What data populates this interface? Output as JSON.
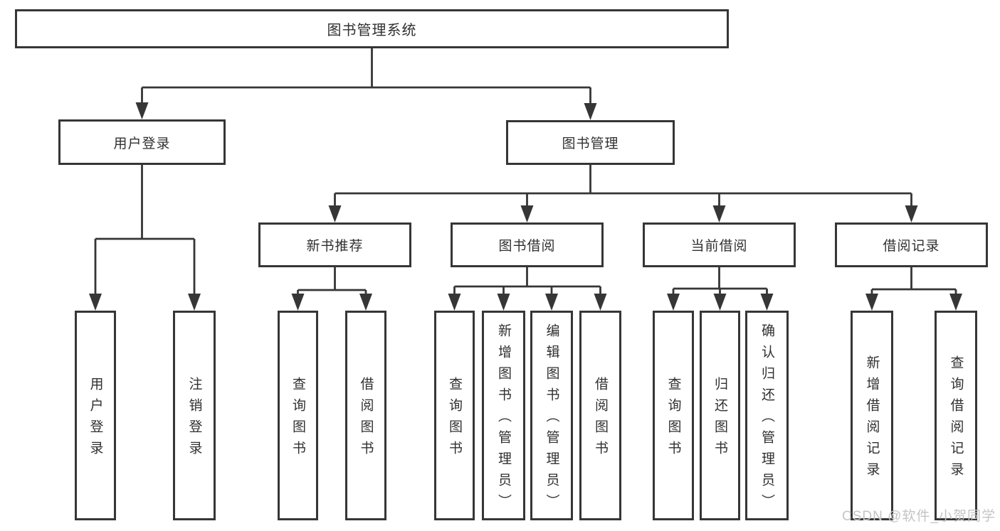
{
  "tree": {
    "root": {
      "label": "图书管理系统"
    },
    "branches": [
      {
        "label": "用户登录",
        "children": [
          {
            "label": "用户登录"
          },
          {
            "label": "注销登录"
          }
        ]
      },
      {
        "label": "图书管理",
        "children": [
          {
            "label": "新书推荐",
            "children": [
              {
                "label": "查询图书"
              },
              {
                "label": "借阅图书"
              }
            ]
          },
          {
            "label": "图书借阅",
            "children": [
              {
                "label": "查询图书"
              },
              {
                "label": "新增图书（管理员）"
              },
              {
                "label": "编辑图书（管理员）"
              },
              {
                "label": "借阅图书"
              }
            ]
          },
          {
            "label": "当前借阅",
            "children": [
              {
                "label": "查询图书"
              },
              {
                "label": "归还图书"
              },
              {
                "label": "确认归还（管理员）"
              }
            ]
          },
          {
            "label": "借阅记录",
            "children": [
              {
                "label": "新增借阅记录"
              },
              {
                "label": "查询借阅记录"
              }
            ]
          }
        ]
      }
    ]
  },
  "watermark": {
    "text": "CSDN @软件_小贺同学"
  },
  "colors": {
    "line": "#363636",
    "box_border": "#363636",
    "text": "#303030",
    "watermark": "#c4c4c4",
    "background": "#ffffff"
  }
}
